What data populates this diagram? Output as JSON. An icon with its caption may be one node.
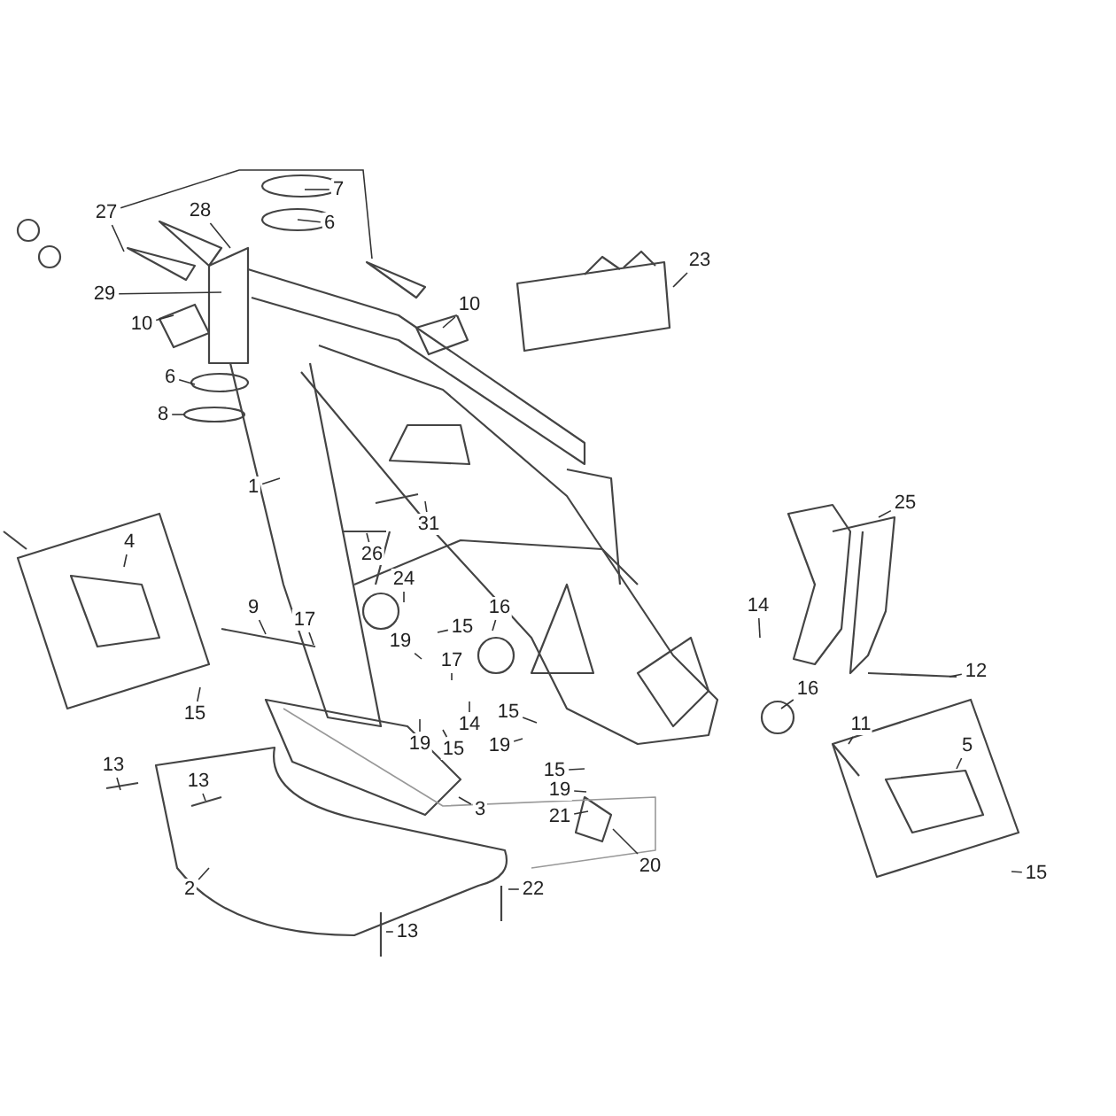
{
  "diagram": {
    "nodes": [
      {
        "text": [
          "27"
        ]
      },
      {
        "text": [
          "28"
        ]
      },
      {
        "text": [
          "7"
        ]
      },
      {
        "text": [
          "6"
        ]
      },
      {
        "text": [
          "29"
        ]
      },
      {
        "text": [
          "10"
        ]
      },
      {
        "text": [
          "10"
        ]
      },
      {
        "text": [
          "23"
        ]
      },
      {
        "text": [
          "6"
        ]
      },
      {
        "text": [
          "8"
        ]
      },
      {
        "text": [
          "1"
        ]
      },
      {
        "text": [
          "31"
        ]
      },
      {
        "text": [
          "26"
        ]
      },
      {
        "text": [
          "4"
        ]
      },
      {
        "text": [
          "25"
        ]
      },
      {
        "text": [
          "9"
        ]
      },
      {
        "text": [
          "17"
        ]
      },
      {
        "text": [
          "24"
        ]
      },
      {
        "text": [
          "16"
        ]
      },
      {
        "text": [
          "15"
        ]
      },
      {
        "text": [
          "19"
        ]
      },
      {
        "text": [
          "14"
        ]
      },
      {
        "text": [
          "12"
        ]
      },
      {
        "text": [
          "17"
        ]
      },
      {
        "text": [
          "15"
        ]
      },
      {
        "text": [
          "14"
        ]
      },
      {
        "text": [
          "19"
        ]
      },
      {
        "text": [
          "15"
        ]
      },
      {
        "text": [
          "15"
        ]
      },
      {
        "text": [
          "19"
        ]
      },
      {
        "text": [
          "16"
        ]
      },
      {
        "text": [
          "11"
        ]
      },
      {
        "text": [
          "5"
        ]
      },
      {
        "text": [
          "13"
        ]
      },
      {
        "text": [
          "13"
        ]
      },
      {
        "text": [
          "15"
        ]
      },
      {
        "text": [
          "19"
        ]
      },
      {
        "text": [
          "21"
        ]
      },
      {
        "text": [
          "3"
        ]
      },
      {
        "text": [
          "20"
        ]
      },
      {
        "text": [
          "15"
        ]
      },
      {
        "text": [
          "2"
        ]
      },
      {
        "text": [
          "22"
        ]
      },
      {
        "text": [
          "13"
        ]
      }
    ],
    "edges": [
      {
        "from": 0,
        "to": null,
        "arrow": "none"
      },
      {
        "from": 0,
        "to": null,
        "arrow": "none"
      },
      {
        "from": 1,
        "to": null,
        "arrow": "none"
      },
      {
        "from": 2,
        "to": null,
        "arrow": "none"
      },
      {
        "from": 3,
        "to": null,
        "arrow": "none"
      },
      {
        "from": 4,
        "to": null,
        "arrow": "none"
      },
      {
        "from": 5,
        "to": null,
        "arrow": "none"
      },
      {
        "from": 6,
        "to": null,
        "arrow": "none"
      },
      {
        "from": 7,
        "to": null,
        "arrow": "none"
      },
      {
        "from": 8,
        "to": null,
        "arrow": "none"
      },
      {
        "from": 9,
        "to": null,
        "arrow": "none"
      },
      {
        "from": 10,
        "to": null,
        "arrow": "none"
      },
      {
        "from": 11,
        "to": null,
        "arrow": "none"
      },
      {
        "from": 12,
        "to": null,
        "arrow": "none"
      },
      {
        "from": 13,
        "to": null,
        "arrow": "none"
      },
      {
        "from": 14,
        "to": null,
        "arrow": "none"
      },
      {
        "from": 15,
        "to": null,
        "arrow": "none"
      },
      {
        "from": 16,
        "to": null,
        "arrow": "none"
      },
      {
        "from": 17,
        "to": null,
        "arrow": "none"
      },
      {
        "from": 18,
        "to": null,
        "arrow": "none"
      },
      {
        "from": 19,
        "to": null,
        "arrow": "none"
      },
      {
        "from": 20,
        "to": null,
        "arrow": "none"
      },
      {
        "from": 21,
        "to": null,
        "arrow": "none"
      },
      {
        "from": 22,
        "to": null,
        "arrow": "none"
      },
      {
        "from": 23,
        "to": null,
        "arrow": "none"
      },
      {
        "from": 24,
        "to": null,
        "arrow": "none"
      },
      {
        "from": 25,
        "to": null,
        "arrow": "none"
      },
      {
        "from": 26,
        "to": null,
        "arrow": "none"
      },
      {
        "from": 27,
        "to": null,
        "arrow": "none"
      },
      {
        "from": 28,
        "to": null,
        "arrow": "none"
      },
      {
        "from": 29,
        "to": null,
        "arrow": "none"
      },
      {
        "from": 30,
        "to": null,
        "arrow": "none"
      },
      {
        "from": 31,
        "to": null,
        "arrow": "none"
      },
      {
        "from": 32,
        "to": null,
        "arrow": "none"
      },
      {
        "from": 33,
        "to": null,
        "arrow": "none"
      },
      {
        "from": 34,
        "to": null,
        "arrow": "none"
      },
      {
        "from": 35,
        "to": null,
        "arrow": "none"
      },
      {
        "from": 36,
        "to": null,
        "arrow": "none"
      },
      {
        "from": 37,
        "to": null,
        "arrow": "none"
      },
      {
        "from": 38,
        "to": null,
        "arrow": "none"
      },
      {
        "from": 39,
        "to": null,
        "arrow": "none"
      },
      {
        "from": 40,
        "to": null,
        "arrow": "none"
      },
      {
        "from": 41,
        "to": null,
        "arrow": "none"
      },
      {
        "from": 42,
        "to": null,
        "arrow": "none"
      },
      {
        "from": 43,
        "to": null,
        "arrow": "none"
      }
    ]
  }
}
